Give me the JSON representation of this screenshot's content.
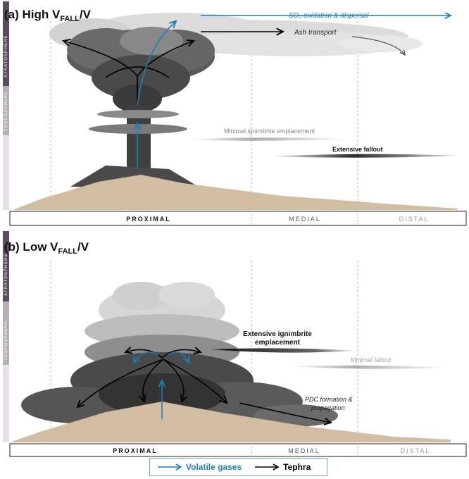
{
  "panel_a": {
    "label_prefix": "(a) High V",
    "label_sub": "FALL",
    "label_suffix": "/V",
    "so2_text": "SO₂ oxidation & dispersal",
    "ash_text": "Ash transport",
    "minimal_ign_text": "Minimal ignimbrite emplacement",
    "fallout_text": "Extensive fallout",
    "stratosphere_text": "STRATOSPHERE",
    "troposphere_text": "TROPOSPHERE",
    "proximal_text": "PROXIMAL",
    "medial_text": "MEDIAL",
    "distal_text": "DISTAL"
  },
  "panel_b": {
    "label_prefix": "(b) Low V",
    "label_sub": "FALL",
    "label_suffix": "/V",
    "ign_line1": "Extensive ignimbrite",
    "ign_line2": "emplacement",
    "minimal_fallout_text": "Minimal fallout",
    "pdc_line1": "PDC formation &",
    "pdc_line2": "propagation",
    "stratosphere_text": "STRATOSPHERE",
    "troposphere_text": "TROPOSPHERE",
    "proximal_text": "PROXIMAL",
    "medial_text": "MEDIAL",
    "distal_text": "DISTAL"
  },
  "legend": {
    "gas_label": "Volatile gases",
    "tephra_label": "Tephra"
  },
  "colors": {
    "gas_arrow": "#1f7fb5",
    "tephra_arrow": "#000000",
    "ground": "#d2bca2",
    "stratosphere_bar": "#5c4a5e",
    "troposphere_bar": "#b8aeb8"
  }
}
